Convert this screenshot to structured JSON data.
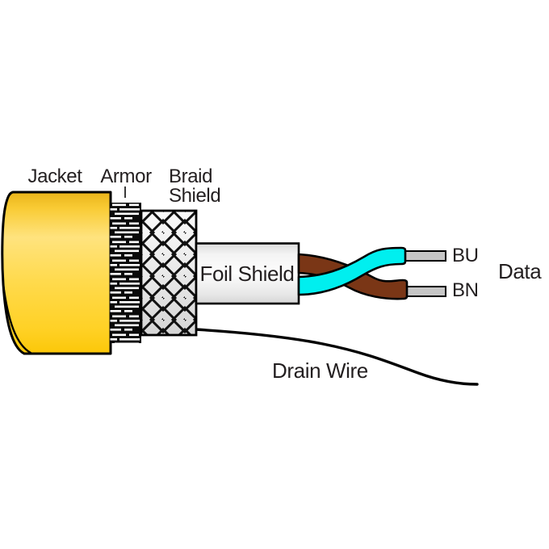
{
  "diagram": {
    "description": "Armored shielded twisted-pair cable construction diagram",
    "labels": {
      "jacket": "Jacket",
      "armor": "Armor",
      "braid_line1": "Braid",
      "braid_line2": "Shield",
      "foil": "Foil Shield",
      "drain": "Drain Wire",
      "wire_top": "BU",
      "wire_bottom": "BN",
      "pair_group": "Data"
    },
    "colors": {
      "jacket_gold": "#fccd1d",
      "jacket_light": "#ffe27b",
      "jacket_dark_top": "#edb81c",
      "cyan_wire": "#00efef",
      "brown_wire": "#7a3616",
      "conductor_gray": "#c6c6c6",
      "shield_gray": "#d9d9d9",
      "outline": "#000000",
      "text": "#231f20"
    }
  }
}
